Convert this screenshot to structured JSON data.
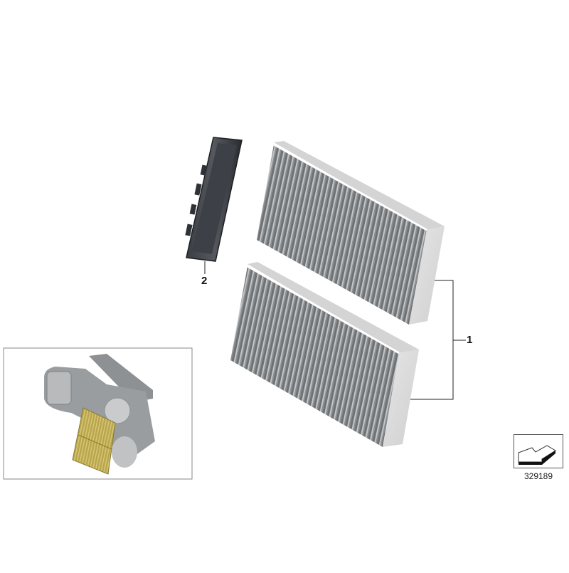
{
  "diagram": {
    "type": "parts-exploded-view",
    "parts": [
      {
        "callout": "1",
        "description": "Microfilter pair (cabin air filters, activated carbon)"
      },
      {
        "callout": "2",
        "description": "Filter cover / housing lid"
      }
    ],
    "inset": {
      "description": "Heater/blower housing with installed microfilter"
    },
    "reference": {
      "number": "329189",
      "icon": "arrow-direction-icon"
    }
  },
  "colors": {
    "filter_frame": "#d9d9d9",
    "filter_pleat_dark": "#6b6e70",
    "filter_pleat_light": "#b5b8ba",
    "cover": "#2e3135",
    "inset_filter": "#b8a24a",
    "leader_line": "#222222"
  }
}
